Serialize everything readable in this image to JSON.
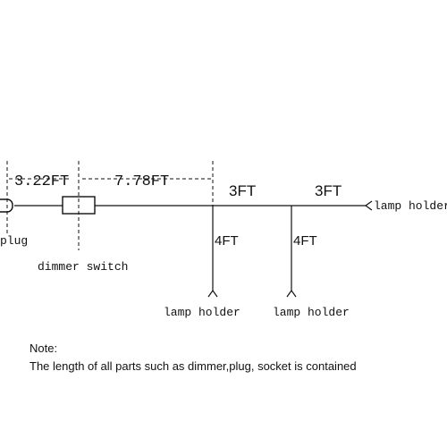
{
  "diagram": {
    "segment_labels": {
      "plug_to_dimmer": "3.22FT",
      "dimmer_to_split": "7.78FT",
      "split_to_second": "3FT",
      "second_to_end": "3FT",
      "drop_one": "4FT",
      "drop_two": "4FT"
    },
    "component_labels": {
      "plug": "plug",
      "dimmer_switch": "dimmer switch",
      "end_lamp_holder": "lamp holder",
      "drop_one_lamp_holder": "lamp holder",
      "drop_two_lamp_holder": "lamp holder"
    }
  },
  "note": {
    "title": "Note:",
    "text": "The length of all parts such as dimmer,plug, socket is contained"
  }
}
